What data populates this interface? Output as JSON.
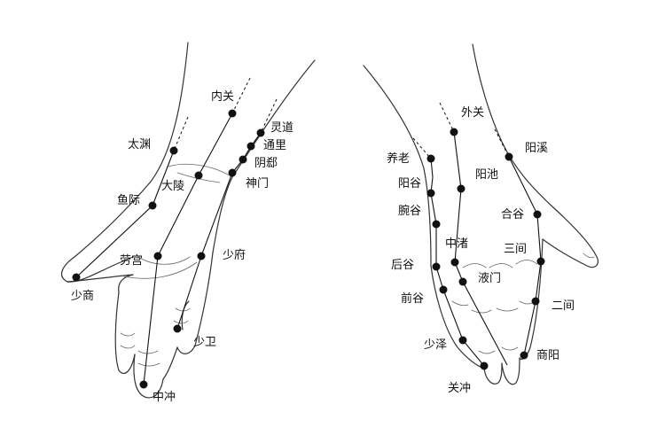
{
  "left_hand": {
    "points": {
      "neiguan": "内关",
      "lingdao": "灵道",
      "tongli": "通里",
      "yinxi": "阴郄",
      "shenmen": "神门",
      "taiyuan": "太渊",
      "daling": "大陵",
      "yuji": "鱼际",
      "laogong": "劳宫",
      "shaofu": "少府",
      "shaoshang": "少商",
      "shaochong": "少卫",
      "zhongchong": "中冲"
    }
  },
  "right_hand": {
    "points": {
      "waiguan": "外关",
      "yangxi": "阳溪",
      "yanglao": "养老",
      "yanggu": "阳谷",
      "wangu": "腕谷",
      "yangchi": "阳池",
      "hegu": "合谷",
      "zhongzhu": "中渚",
      "sanjian": "三间",
      "hougu": "后谷",
      "yemen": "液门",
      "qiangu": "前谷",
      "erjian": "二间",
      "shaoze": "少泽",
      "shangyang": "商阳",
      "guanchong": "关冲"
    }
  }
}
